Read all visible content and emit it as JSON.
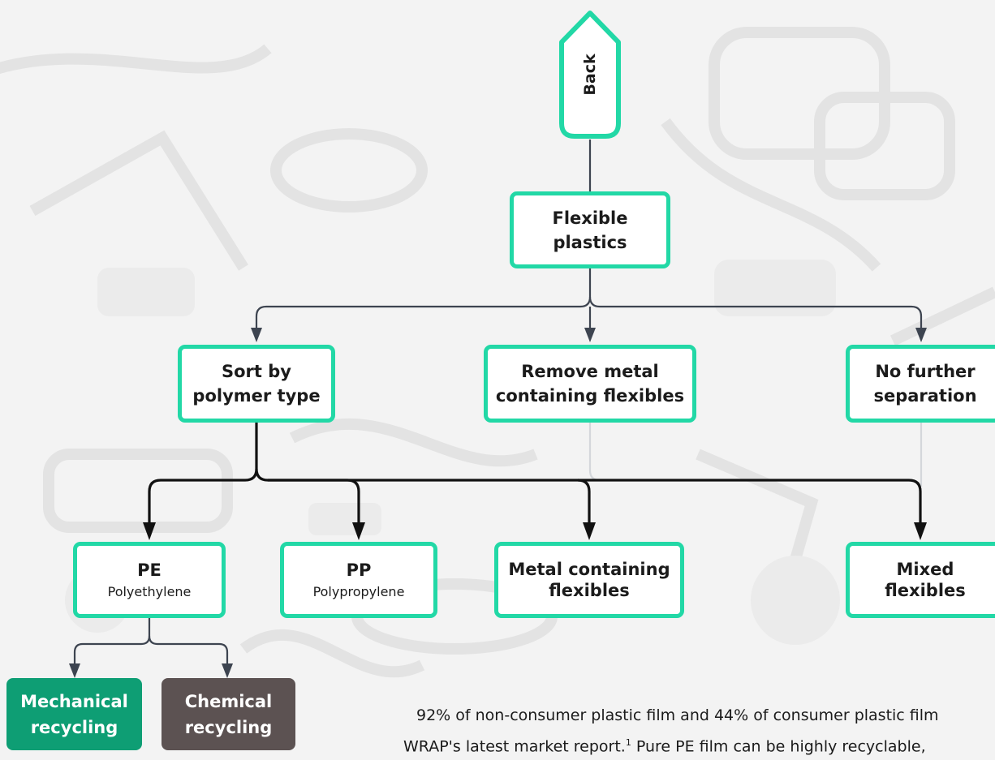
{
  "back": {
    "label": "Back"
  },
  "root": {
    "line1": "Flexible",
    "line2": "plastics"
  },
  "level1": [
    {
      "line1": "Sort by",
      "line2": "polymer type"
    },
    {
      "line1": "Remove metal",
      "line2": "containing flexibles"
    },
    {
      "line1": "No further",
      "line2": "separation"
    }
  ],
  "level2": [
    {
      "title": "PE",
      "sub": "Polyethylene"
    },
    {
      "title": "PP",
      "sub": "Polypropylene"
    },
    {
      "line1": "Metal containing",
      "line2": "flexibles"
    },
    {
      "line1": "Mixed",
      "line2": "flexibles"
    }
  ],
  "recycling": {
    "mechanical": {
      "line1": "Mechanical",
      "line2": "recycling"
    },
    "chemical": {
      "line1": "Chemical",
      "line2": "recycling"
    }
  },
  "footnote": {
    "line1": "92% of non-consumer plastic film and 44% of consumer plastic film",
    "line2a": "WRAP's latest market report.",
    "sup": "1",
    "line2b": " Pure PE film can be highly recyclable,"
  },
  "colors": {
    "accent": "#22d8a6",
    "mechanical": "#0e9e74",
    "chemical": "#5c5252",
    "connector": "#3d4450",
    "active_connector": "#111111",
    "faded_connector": "#d4d7db"
  },
  "icons": {
    "arrow": "arrow-down-icon"
  }
}
